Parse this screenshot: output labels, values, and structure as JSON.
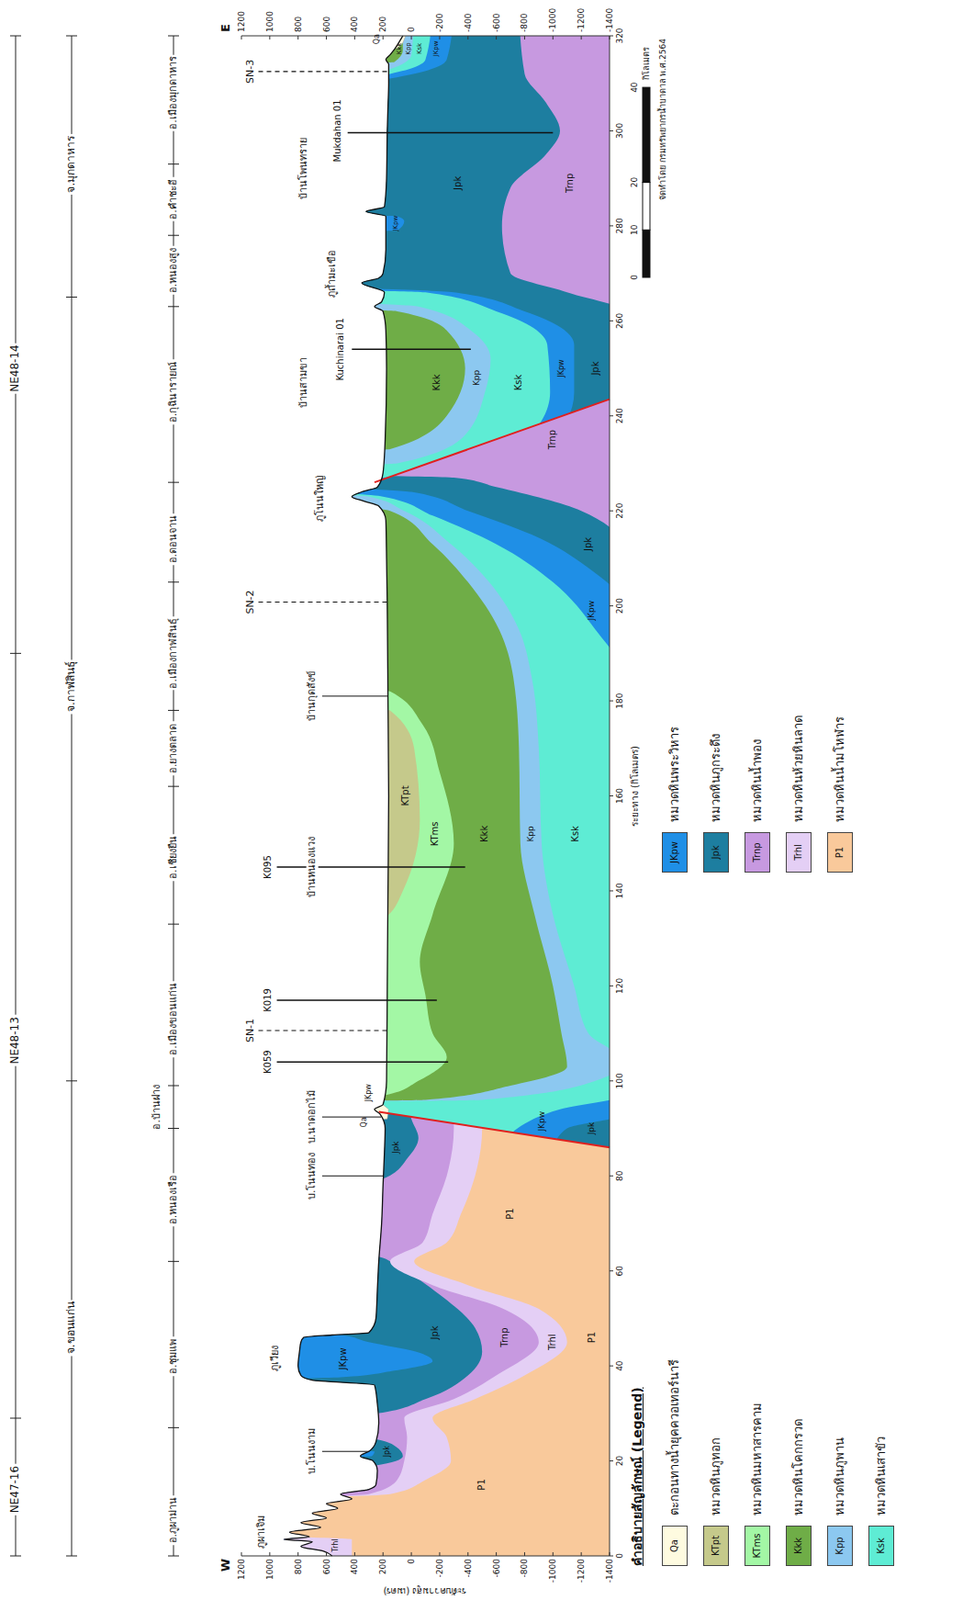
{
  "diagram": {
    "labels": [
      "NE47-16",
      "NE48-13",
      "NE48-14",
      "จ.ขอนแก่น",
      "จ.กาฬสินธุ์",
      "จ.มุกดาหาร",
      "อ.ภูผาม่าน",
      "อ.ชุมแพ",
      "อ.หนองเรือ",
      "อ.บ้านฝาง",
      "อ.เมืองขอนแก่น",
      "อ.เชียงยืน",
      "อ.ยางตลาด",
      "อ.เมืองกาฬสินธุ์",
      "อ.ดอนจาน",
      "อ.กุฉินารายณ์",
      "อ.หนองสูง",
      "อ.คำชะอี",
      "อ.เมืองมุกดาหาร",
      "W",
      "E",
      "1200",
      "1000",
      "800",
      "600",
      "400",
      "200",
      "0",
      "-200",
      "-400",
      "-600",
      "-800",
      "-1000",
      "-1200",
      "-1400",
      "1200",
      "1000",
      "800",
      "600",
      "400",
      "200",
      "0",
      "-200",
      "-400",
      "-600",
      "-800",
      "-1000",
      "-1200",
      "-1400",
      "0",
      "20",
      "40",
      "60",
      "80",
      "100",
      "120",
      "140",
      "160",
      "180",
      "200",
      "220",
      "240",
      "260",
      "280",
      "300",
      "320",
      "ระยะทาง (กิโลเมตร)",
      "ระดับความสูง (เมตร)",
      "ภูผาเจิม",
      "บ.โนนงาม",
      "ภูเวียง",
      "บ.โนนทอง",
      "บ.นาดอกไม้",
      "SN-1",
      "K059",
      "K019",
      "บ้านหนองแวง",
      "K095",
      "บ้านกุดสังข์",
      "SN-2",
      "ภูโนนใหญ่",
      "บ้านสามขา",
      "Kuchinarai 01",
      "ภูถ้ำมะเขือ",
      "บ้านโพนทราย",
      "Mukdahan 01",
      "SN-3",
      "Trhl",
      "P1",
      "Jpk",
      "JKpw",
      "Jpk",
      "Trnp",
      "Trhl",
      "P1",
      "P1",
      "Jpk",
      "Qa",
      "JKpw",
      "JKpw",
      "Jpk",
      "KTpt",
      "KTms",
      "Kkk",
      "Kpp",
      "Ksk",
      "JKpw",
      "Jpk",
      "Trnp",
      "Kkk",
      "Kpp",
      "Ksk",
      "JKpw",
      "Jpk",
      "Jpk",
      "Trnp",
      "JKpw",
      "Qa",
      "Kkk",
      "Kpp",
      "Ksk",
      "JKpw",
      "0",
      "10",
      "20",
      "40",
      "กิโลเมตร",
      "จัดทำโดย กรมทรัพยากรน้ำบาดาล พ.ศ.2564",
      "คำอธิบายสัญลักษณ์ (Legend)",
      "Qa",
      "KTpt",
      "KTms",
      "Kkk",
      "Kpp",
      "Ksk",
      "JKpw",
      "Jpk",
      "Trnp",
      "Trhl",
      "P1"
    ],
    "legend": [
      {
        "text": "ตะกอนทางน้ำยุคควอเทอร์นารี",
        "color": "#fefbe0"
      },
      {
        "text": "หมวดหินภูทอก",
        "color": "#c5c98b"
      },
      {
        "text": "หมวดหินมหาสารคาม",
        "color": "#a3f7a5"
      },
      {
        "text": "หมวดหินโคกกรวด",
        "color": "#6fad47"
      },
      {
        "text": "หมวดหินภูพาน",
        "color": "#8cc8f0"
      },
      {
        "text": "หมวดหินเสาขัว",
        "color": "#5eecd4"
      },
      {
        "text": "หมวดหินพระวิหาร",
        "color": "#1f8fe6"
      },
      {
        "text": "หมวดหินภูกระดึง",
        "color": "#1d7ea0"
      },
      {
        "text": "หมวดหินน้ำพอง",
        "color": "#c799e0"
      },
      {
        "text": "หมวดหินห้วยหินลาด",
        "color": "#e4cff5"
      },
      {
        "text": "หมวดหินน้ำมโหฬาร",
        "color": "#f9c99b"
      }
    ]
  }
}
